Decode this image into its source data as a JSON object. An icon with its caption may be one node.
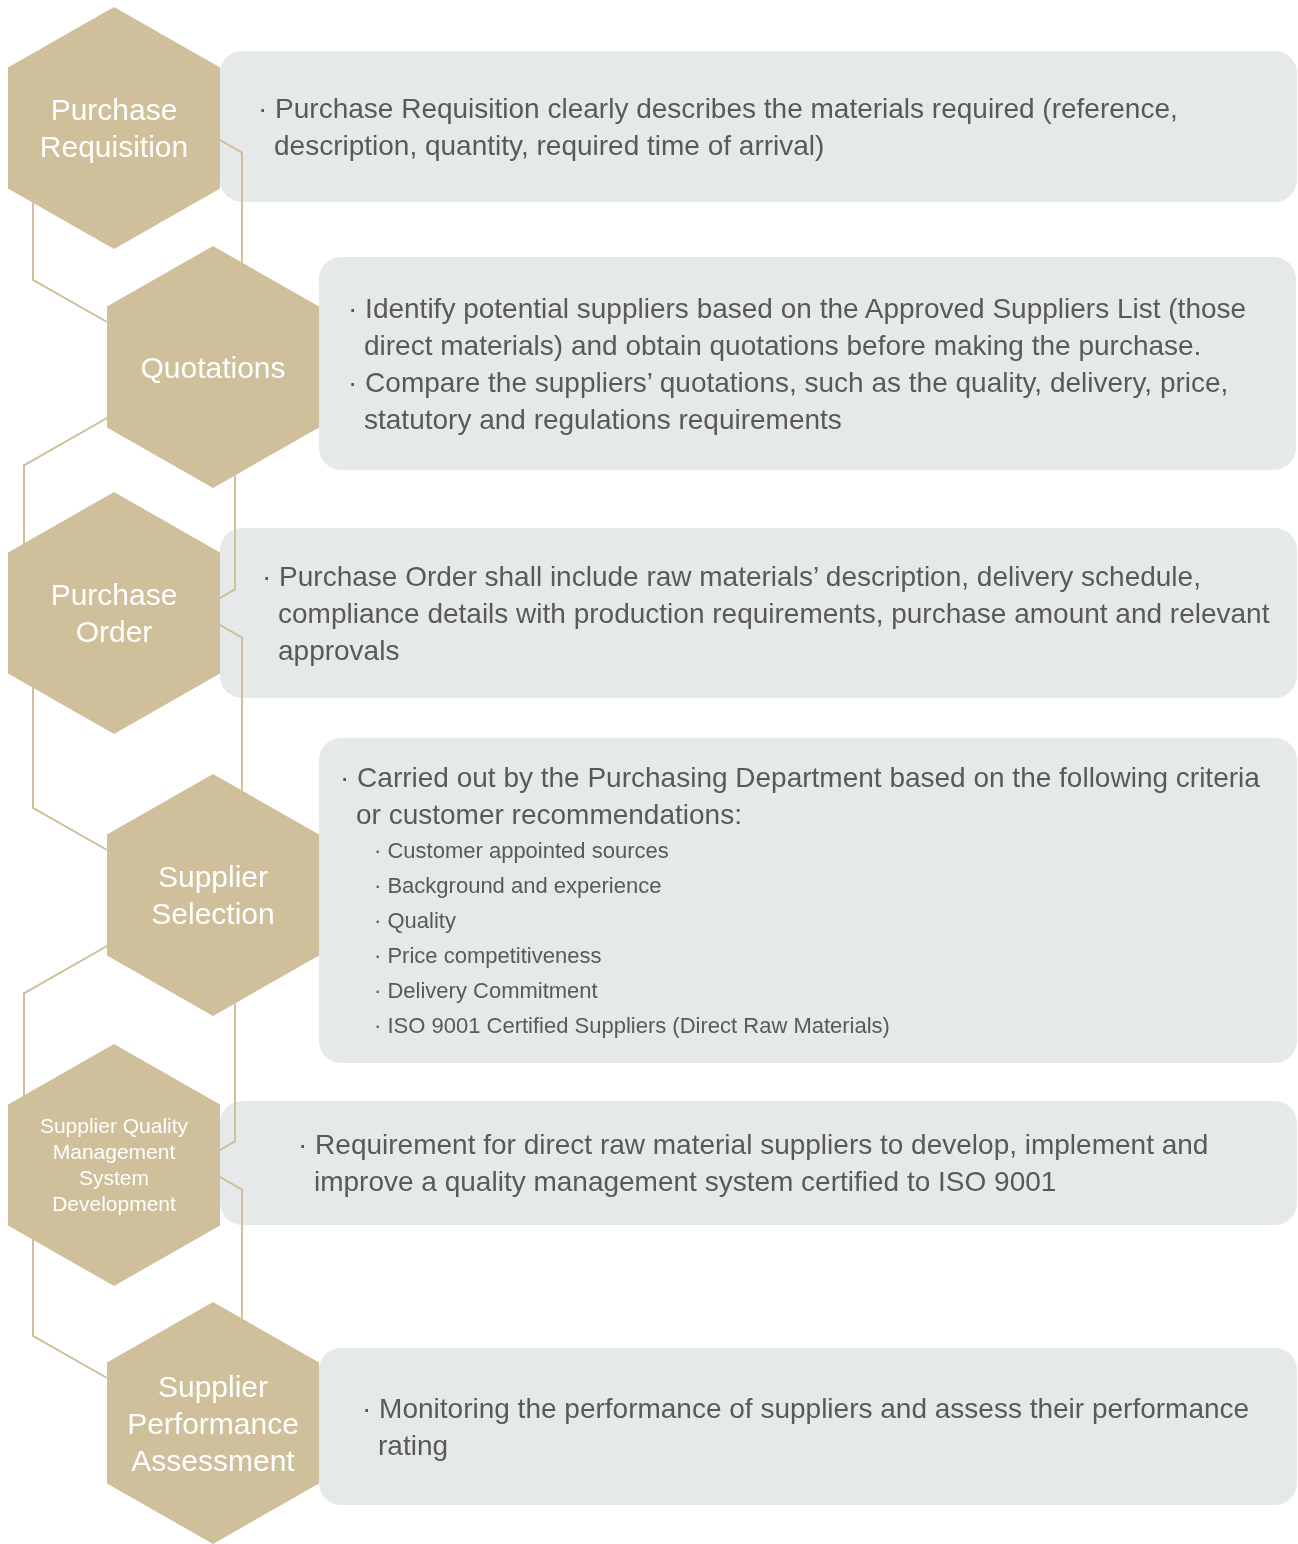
{
  "diagram": {
    "nodes": [
      {
        "text": [
          "Purchase Requisition"
        ]
      },
      {
        "text": [
          "· Purchase Requisition clearly describes the materials required (reference, description, quantity, required time of arrival)"
        ]
      },
      {
        "text": [
          "Quotations"
        ]
      },
      {
        "text": [
          "· Identify potential suppliers based on the Approved Suppliers List (those direct materials) and obtain quotations before making the purchase.",
          "· Compare the suppliers’ quotations, such as the quality, delivery, price, statutory and regulations requirements"
        ]
      },
      {
        "text": [
          "Purchase Order"
        ]
      },
      {
        "text": [
          "· Purchase Order shall include raw materials’ description, delivery schedule, compliance details with production requirements, purchase amount and relevant approvals"
        ]
      },
      {
        "text": [
          "Supplier Selection"
        ]
      },
      {
        "text": [
          "· Carried out by the Purchasing Department based on the following criteria or customer recommendations:",
          "· Customer appointed sources",
          "· Background and experience",
          "· Quality",
          "· Price competitiveness",
          "· Delivery Commitment",
          "· ISO 9001 Certified Suppliers (Direct Raw Materials)"
        ]
      },
      {
        "text": [
          "Supplier Quality Management System Development"
        ]
      },
      {
        "text": [
          "· Requirement for direct raw material suppliers to develop, implement and improve a quality management system certified to ISO 9001"
        ]
      },
      {
        "text": [
          "Supplier Performance Assessment"
        ]
      },
      {
        "text": [
          "· Monitoring the performance of suppliers and assess their performance rating"
        ]
      }
    ],
    "edges": [
      {
        "from": 0,
        "to": 2,
        "arrow": "none"
      },
      {
        "from": 2,
        "to": 4,
        "arrow": "none"
      },
      {
        "from": 4,
        "to": 6,
        "arrow": "none"
      },
      {
        "from": 6,
        "to": 8,
        "arrow": "none"
      },
      {
        "from": 8,
        "to": 10,
        "arrow": "none"
      }
    ]
  }
}
